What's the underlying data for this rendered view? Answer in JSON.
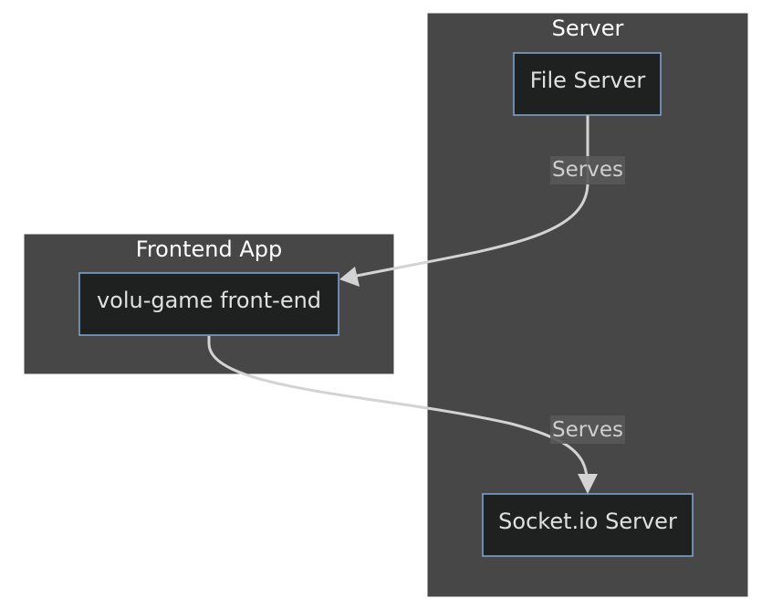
{
  "clusters": {
    "server": {
      "label": "Server"
    },
    "frontend": {
      "label": "Frontend App"
    }
  },
  "nodes": {
    "file_server": {
      "label": "File Server"
    },
    "front_end": {
      "label": "volu-game front-end"
    },
    "socket_server": {
      "label": "Socket.io Server"
    }
  },
  "edges": [
    {
      "from": "file_server",
      "to": "front_end",
      "label": "Serves"
    },
    {
      "from": "front_end",
      "to": "socket_server",
      "label": "Serves"
    }
  ]
}
